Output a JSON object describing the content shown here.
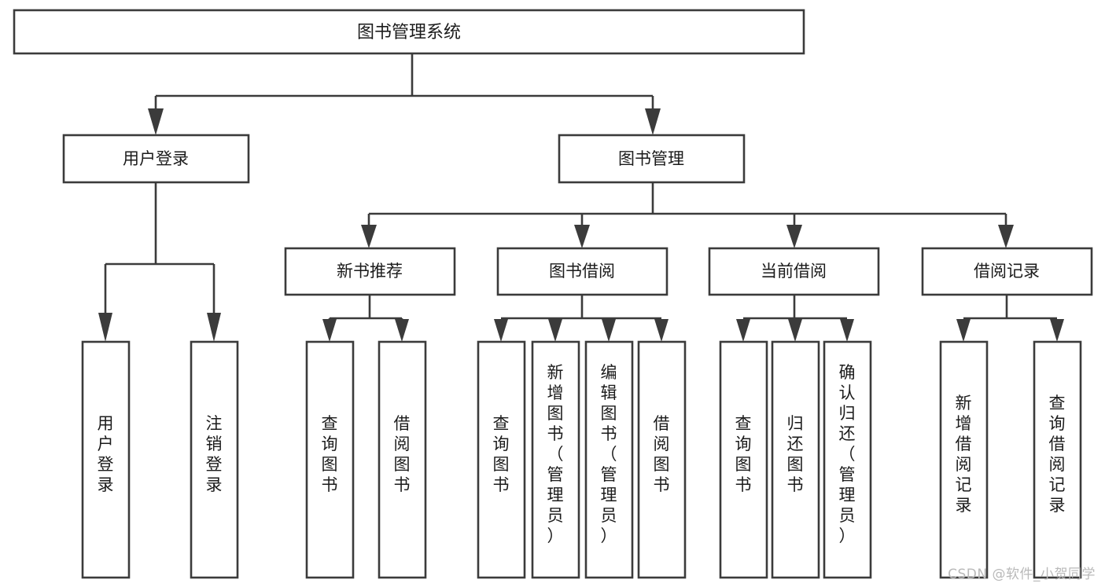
{
  "diagram": {
    "type": "tree-hierarchy",
    "title": "图书管理系统",
    "orientation": "top-down",
    "colors": {
      "box_stroke": "#3b3b3b",
      "box_fill": "#ffffff",
      "text": "#1b1b1b",
      "connector": "#3b3b3b",
      "watermark": "#b9b9b9",
      "background": "#ffffff"
    },
    "root": {
      "label": "图书管理系统"
    },
    "level2": [
      {
        "label": "用户登录"
      },
      {
        "label": "图书管理"
      }
    ],
    "level3": [
      {
        "label": "新书推荐"
      },
      {
        "label": "图书借阅"
      },
      {
        "label": "当前借阅"
      },
      {
        "label": "借阅记录"
      }
    ],
    "leaves": {
      "user_login": [
        {
          "label": "用户登录",
          "lines": [
            "用",
            "户",
            "登",
            "录"
          ]
        },
        {
          "label": "注销登录",
          "lines": [
            "注",
            "销",
            "登",
            "录"
          ]
        }
      ],
      "new_book_recommend": [
        {
          "label": "查询图书",
          "lines": [
            "查",
            "询",
            "图",
            "书"
          ]
        },
        {
          "label": "借阅图书",
          "lines": [
            "借",
            "阅",
            "图",
            "书"
          ]
        }
      ],
      "book_borrow": [
        {
          "label": "查询图书",
          "lines": [
            "查",
            "询",
            "图",
            "书"
          ]
        },
        {
          "label": "新增图书（管理员）",
          "lines": [
            "新",
            "增",
            "图",
            "书",
            "（",
            "管",
            "理",
            "员",
            "）"
          ]
        },
        {
          "label": "编辑图书（管理员）",
          "lines": [
            "编",
            "辑",
            "图",
            "书",
            "（",
            "管",
            "理",
            "员",
            "）"
          ]
        },
        {
          "label": "借阅图书",
          "lines": [
            "借",
            "阅",
            "图",
            "书"
          ]
        }
      ],
      "current_borrow": [
        {
          "label": "查询图书",
          "lines": [
            "查",
            "询",
            "图",
            "书"
          ]
        },
        {
          "label": "归还图书",
          "lines": [
            "归",
            "还",
            "图",
            "书"
          ]
        },
        {
          "label": "确认归还（管理员）",
          "lines": [
            "确",
            "认",
            "归",
            "还",
            "（",
            "管",
            "理",
            "员",
            "）"
          ]
        }
      ],
      "borrow_record": [
        {
          "label": "新增借阅记录",
          "lines": [
            "新",
            "增",
            "借",
            "阅",
            "记",
            "录"
          ]
        },
        {
          "label": "查询借阅记录",
          "lines": [
            "查",
            "询",
            "借",
            "阅",
            "记",
            "录"
          ]
        }
      ]
    }
  },
  "watermark": {
    "text": "CSDN @软件_小贺同学"
  }
}
